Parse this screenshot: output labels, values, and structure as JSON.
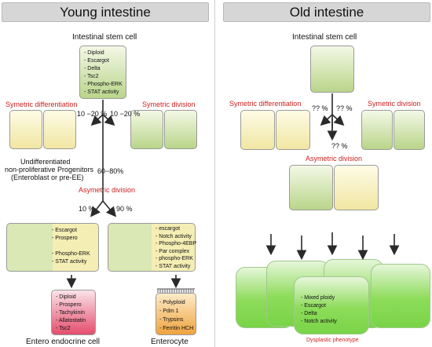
{
  "young": {
    "title": "Young intestine",
    "stem_label": "Intestinal stem cell",
    "stem_markers": [
      "- Diploid",
      "- Escargot",
      "- Delta",
      "- Tsc2",
      "- Phospho-ERK",
      "- STAT activity"
    ],
    "sym_diff_label": "Symetric differentiation",
    "sym_div_label": "Symetric division",
    "pct_left": "10 −20 %",
    "pct_right": "10 −20 %",
    "progenitor_label": [
      "Undifferentiated",
      "non-proliferative Progenitors",
      "(Enteroblast or pre-EE)"
    ],
    "pct_asym": "60−80%",
    "asym_label": "Asymetric division",
    "pct_10": "10 %",
    "pct_90": "90 %",
    "left_markers_top": [
      "- Escargot",
      "- Prospero"
    ],
    "left_markers_bottom": [
      "- Phospho-ERK",
      "- STAT activity"
    ],
    "right_markers": [
      "- escargot",
      "- Notch activity",
      "- Phospho-4EBP",
      "- Par complex",
      "- phospho-ERK",
      "- STAT activity"
    ],
    "ee_markers": [
      "- Diploid",
      "- Prospero",
      "- Tachykinin",
      "- Allatostatin",
      "- Tsc2"
    ],
    "ec_markers": [
      "- Polyploid",
      "- Pdm 1",
      "- Trypsins",
      "- Ferritin HCH"
    ],
    "ee_label": "Entero endocrine cell",
    "ec_label": "Enterocyte"
  },
  "old": {
    "title": "Old intestine",
    "stem_label": "Intestinal stem cell",
    "sym_diff_label": "Symetric differentiation",
    "sym_div_label": "Symetric division",
    "pct_left": "?? %",
    "pct_right": "?? %",
    "pct_down": "?? %",
    "asym_label": "Asymetric division",
    "dysplasia_markers": [
      "- Mixed ploidy",
      "- Escargot",
      "- Delta",
      "- Notch activity"
    ],
    "phenotype_label": "Dysplastic phenotype"
  },
  "colors": {
    "accent_red": "#cc1f1f",
    "header_gray": "#d6d6d6"
  }
}
